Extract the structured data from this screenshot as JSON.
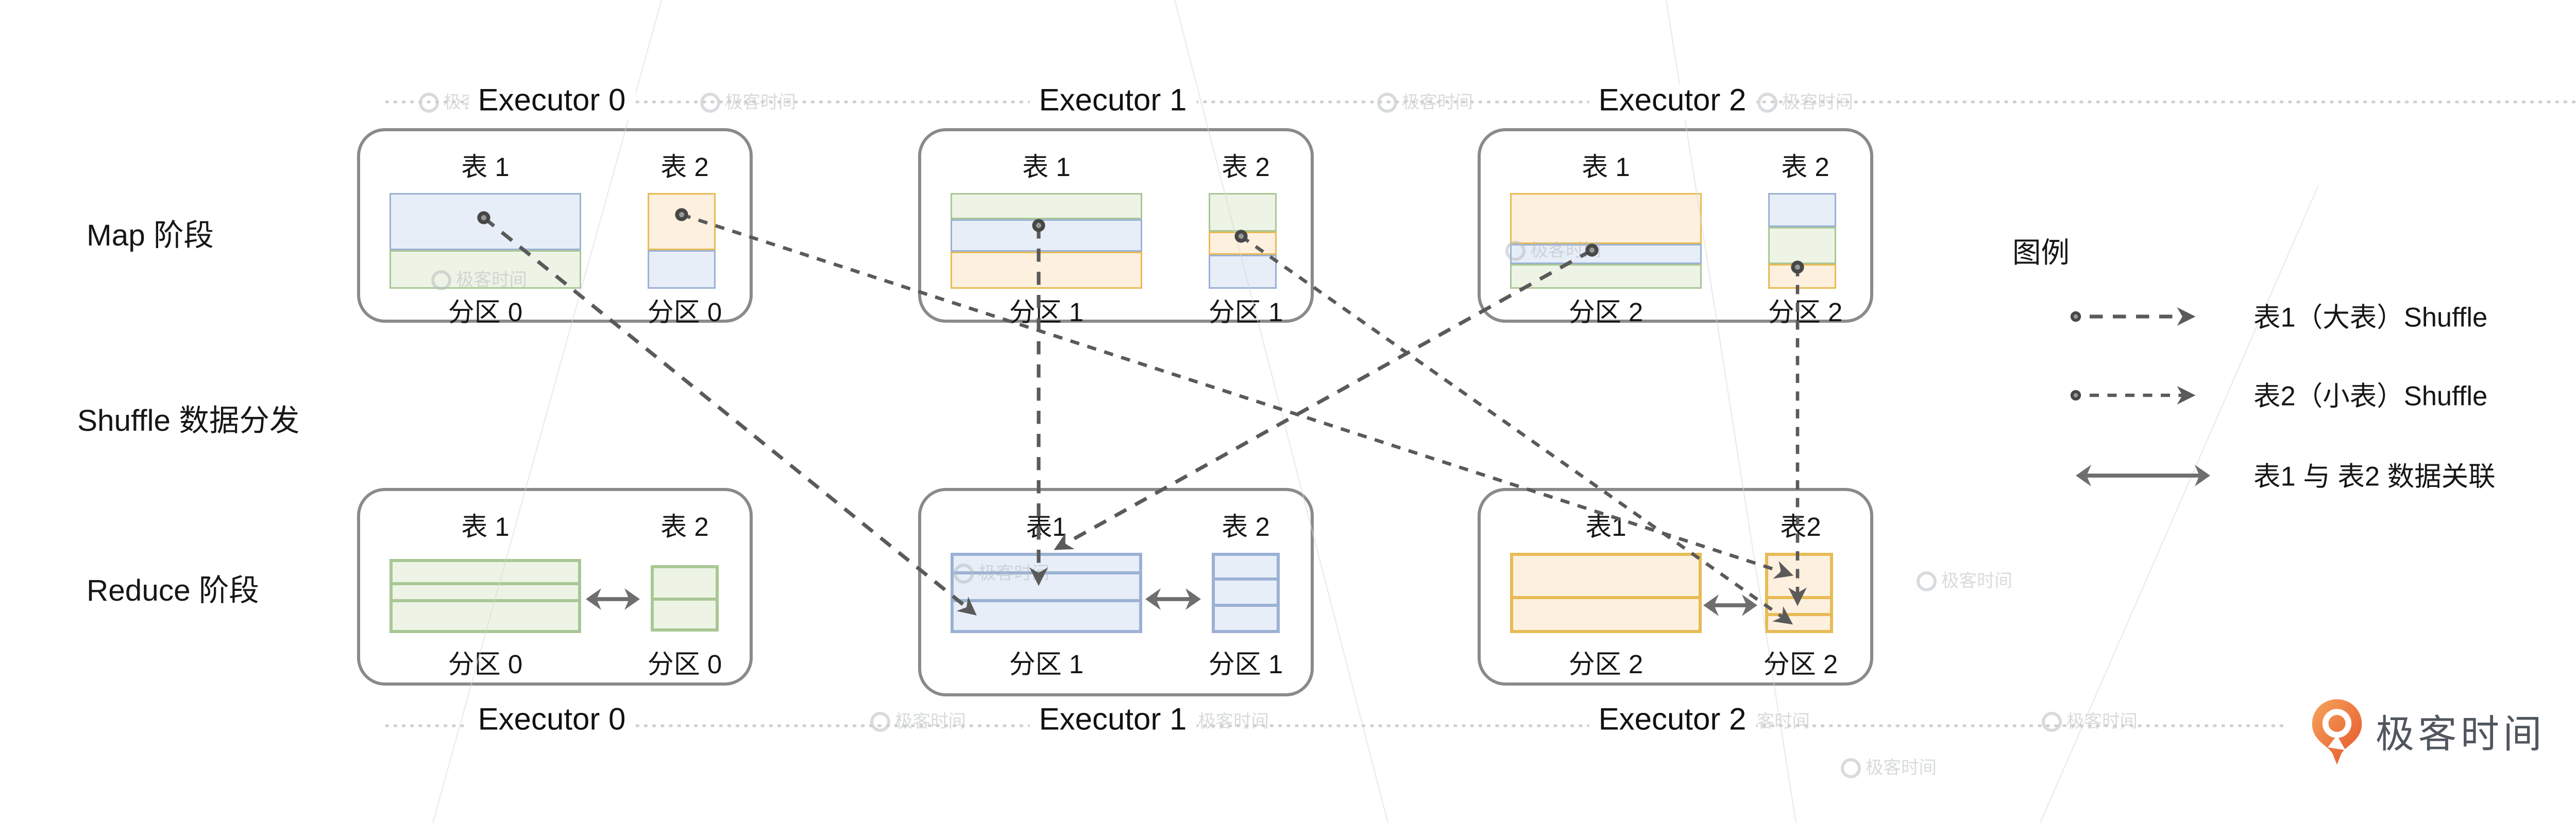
{
  "palette": {
    "blue_border": "#9bb1d4",
    "blue_fill": "#e7eef8",
    "green_border": "#a9c795",
    "green_fill": "#edf4e6",
    "orange_border": "#e7bb55",
    "orange_fill": "#fdf0de",
    "box_border": "#8a8a8a",
    "text": "#161616",
    "arrow": "#5a5a5a",
    "join_arrow": "#6e6e6e",
    "dotted_line": "#d0d0d0",
    "watermark": "#b9bdc2",
    "logo_orange_1": "#f6a55c",
    "logo_orange_2": "#e5532a",
    "logo_text": "#50565e"
  },
  "stages": {
    "map": "Map 阶段",
    "shuffle": "Shuffle 数据分发",
    "reduce": "Reduce 阶段"
  },
  "executors": {
    "top": [
      {
        "label": "Executor 0"
      },
      {
        "label": "Executor 1"
      },
      {
        "label": "Executor 2"
      }
    ],
    "bottom": [
      {
        "label": "Executor 0"
      },
      {
        "label": "Executor 1"
      },
      {
        "label": "Executor 2"
      }
    ]
  },
  "boxes": {
    "map0": {
      "table1_label": "表 1",
      "table2_label": "表 2",
      "partition1": "分区 0",
      "partition2": "分区 0",
      "table1_rows": [
        {
          "color": "blue",
          "size": 37
        },
        {
          "color": "green",
          "size": 25
        }
      ],
      "table2_rows": [
        {
          "color": "orange",
          "size": 37
        },
        {
          "color": "blue",
          "size": 25
        }
      ]
    },
    "map1": {
      "table1_label": "表 1",
      "table2_label": "表 2",
      "partition1": "分区 1",
      "partition2": "分区 1",
      "table1_rows": [
        {
          "color": "green",
          "size": 17
        },
        {
          "color": "blue",
          "size": 21
        },
        {
          "color": "orange",
          "size": 24
        }
      ],
      "table2_rows": [
        {
          "color": "green",
          "size": 26
        },
        {
          "color": "orange",
          "size": 14
        },
        {
          "color": "blue",
          "size": 22
        }
      ]
    },
    "map2": {
      "table1_label": "表 1",
      "table2_label": "表 2",
      "partition1": "分区 2",
      "partition2": "分区 2",
      "table1_rows": [
        {
          "color": "orange",
          "size": 34
        },
        {
          "color": "blue",
          "size": 12
        },
        {
          "color": "green",
          "size": 16
        }
      ],
      "table2_rows": [
        {
          "color": "blue",
          "size": 22
        },
        {
          "color": "green",
          "size": 24
        },
        {
          "color": "orange",
          "size": 16
        }
      ]
    },
    "reduce0": {
      "table1_label": "表 1",
      "table2_label": "表 2",
      "partition1": "分区 0",
      "partition2": "分区 0",
      "table1_rows": [
        {
          "size": 16
        },
        {
          "size": 10
        },
        {
          "size": 22
        }
      ],
      "table2_rows": [
        {
          "size": 21
        },
        {
          "size": 20
        }
      ]
    },
    "reduce1": {
      "table1_label": "表1",
      "table2_label": "表 2",
      "partition1": "分区 1",
      "partition2": "分区 1",
      "table1_rows": [
        {
          "size": 12
        },
        {
          "size": 19
        },
        {
          "size": 21
        }
      ],
      "table2_rows": [
        {
          "size": 17
        },
        {
          "size": 17
        },
        {
          "size": 18
        }
      ]
    },
    "reduce2": {
      "table1_label": "表1",
      "table2_label": "表2",
      "partition1": "分区 2",
      "partition2": "分区 2",
      "table1_rows": [
        {
          "size": 29
        },
        {
          "size": 23
        }
      ],
      "table2_rows": [
        {
          "size": 31
        },
        {
          "size": 10
        },
        {
          "size": 11
        }
      ]
    }
  },
  "legend": {
    "title": "图例",
    "items": [
      {
        "label": "表1（大表）Shuffle"
      },
      {
        "label": "表2（小表）Shuffle"
      },
      {
        "label": "表1 与 表2 数据关联"
      }
    ]
  },
  "flows": {
    "table1_shuffle": [
      {
        "from": "map.executor0.table1",
        "to": "reduce.executor1.table1"
      },
      {
        "from": "map.executor1.table1",
        "to": "reduce.executor1.table1"
      },
      {
        "from": "map.executor2.table1",
        "to": "reduce.executor1.table1"
      }
    ],
    "table2_shuffle": [
      {
        "from": "map.executor0.table2",
        "to": "reduce.executor2.table2"
      },
      {
        "from": "map.executor1.table2",
        "to": "reduce.executor2.table2"
      },
      {
        "from": "map.executor2.table2",
        "to": "reduce.executor2.table2"
      }
    ],
    "join_links": [
      "reduce.executor0",
      "reduce.executor1",
      "reduce.executor2"
    ]
  },
  "watermark_text": "极客时间",
  "logo": {
    "text": "极客时间"
  }
}
